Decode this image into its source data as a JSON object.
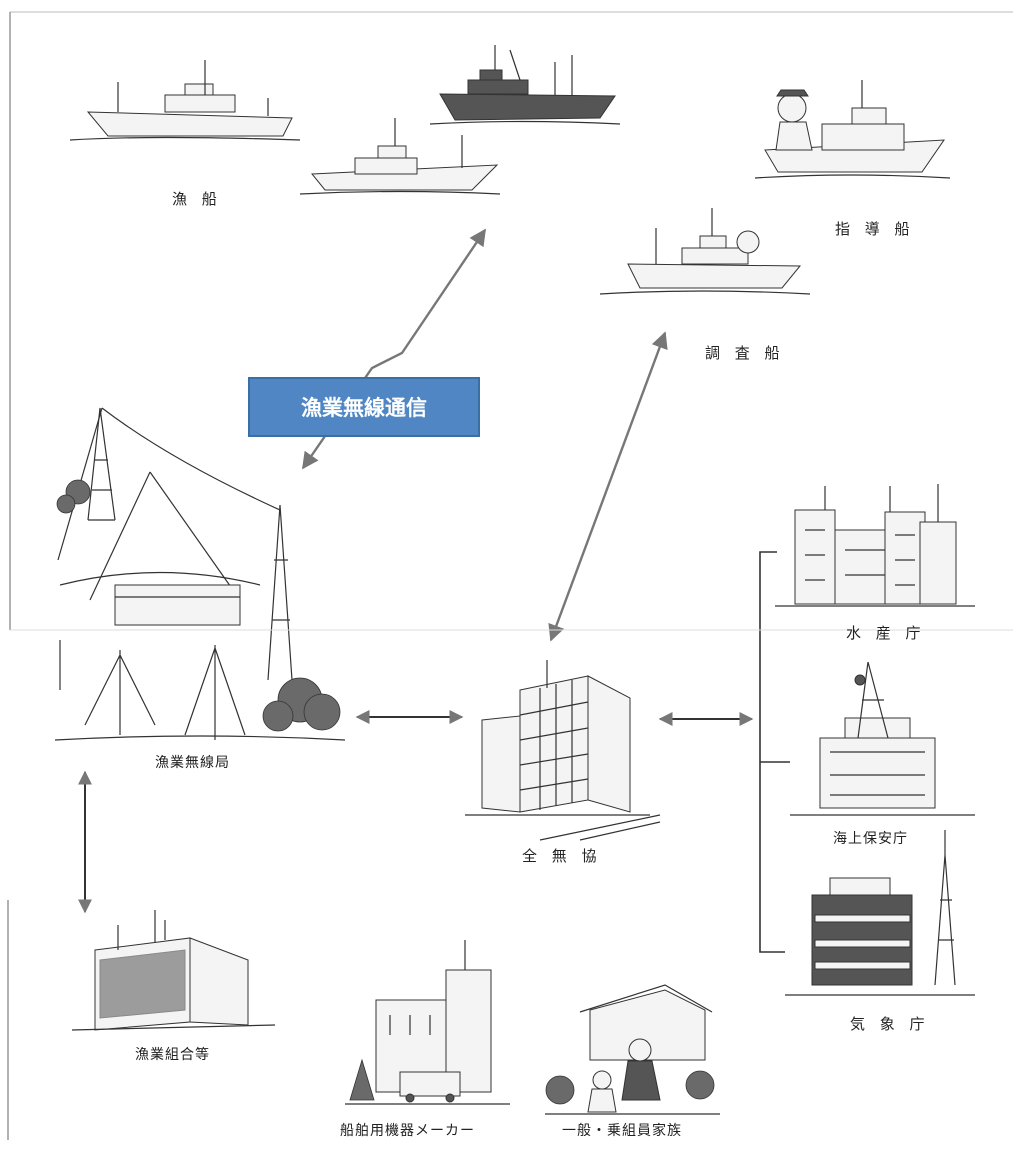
{
  "banner": {
    "text": "漁業無線通信",
    "color": "#4f86c3"
  },
  "labels": {
    "fishing_boats": "漁 船",
    "guidance_ship": "指 導 船",
    "survey_ship": "調 査 船",
    "fishery_radio_station": "漁業無線局",
    "zenmukyo": "全 無 協",
    "fisheries_agency": "水 産 庁",
    "coast_guard": "海上保安庁",
    "meteorological_agency": "気 象 庁",
    "fishery_cooperatives": "漁業組合等",
    "marine_equipment_makers": "船舶用機器メーカー",
    "public_and_crew_families": "一般・乗組員家族"
  },
  "arrow_color": "#777777"
}
